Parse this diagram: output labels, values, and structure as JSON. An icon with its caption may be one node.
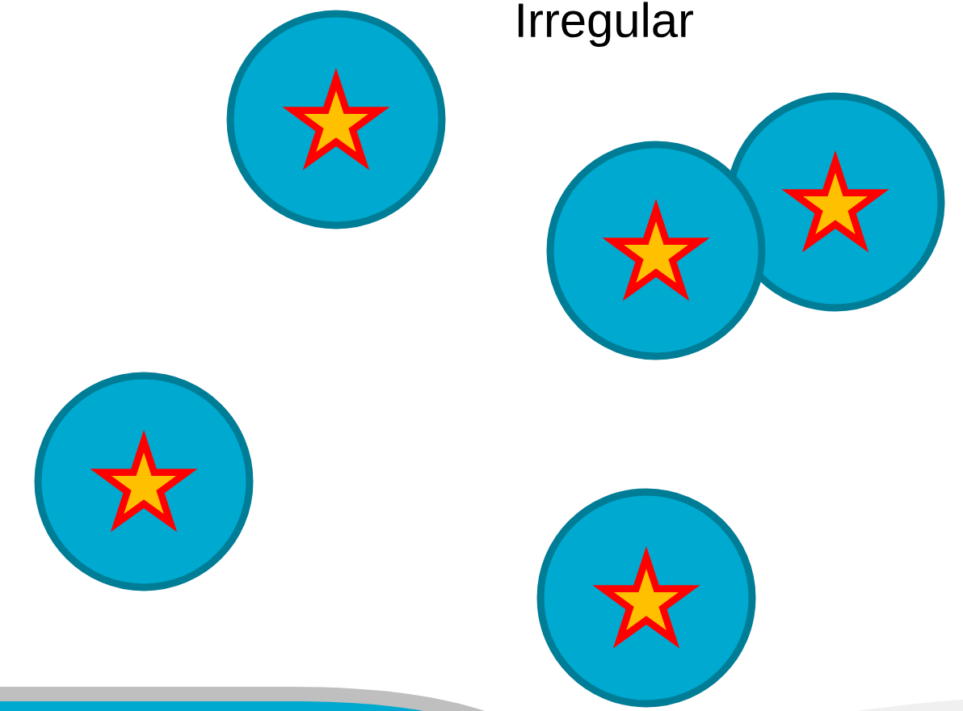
{
  "diagram": {
    "title": "Irregular",
    "nodes": [
      {
        "text": [],
        "shape": "circle"
      },
      {
        "text": [],
        "shape": "circle"
      },
      {
        "text": [],
        "shape": "circle"
      },
      {
        "text": [],
        "shape": "circle"
      },
      {
        "text": [],
        "shape": "circle"
      }
    ]
  }
}
